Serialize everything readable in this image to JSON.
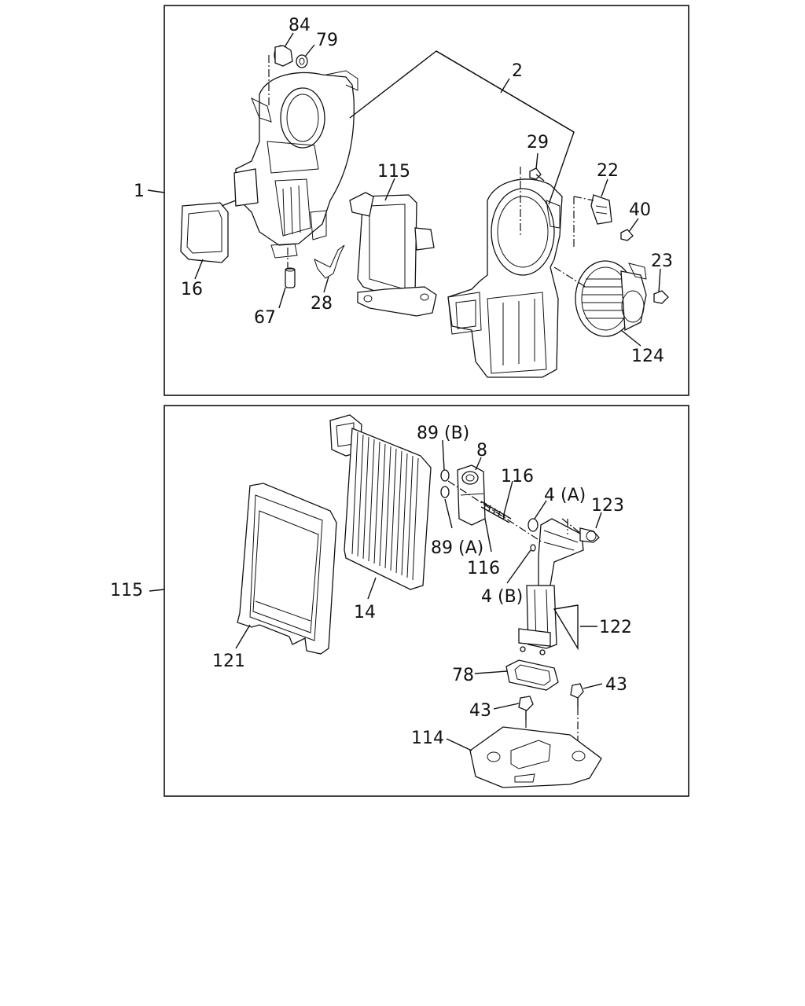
{
  "diagram": {
    "upper_panel": {
      "callouts": [
        "84",
        "79",
        "2",
        "1",
        "115",
        "29",
        "22",
        "40",
        "23",
        "16",
        "28",
        "67",
        "124"
      ]
    },
    "lower_panel": {
      "callouts": [
        "89 (B)",
        "8",
        "116",
        "4 (A)",
        "123",
        "115",
        "89 (A)",
        "116",
        "4 (B)",
        "14",
        "122",
        "121",
        "78",
        "43",
        "43",
        "114"
      ]
    }
  }
}
